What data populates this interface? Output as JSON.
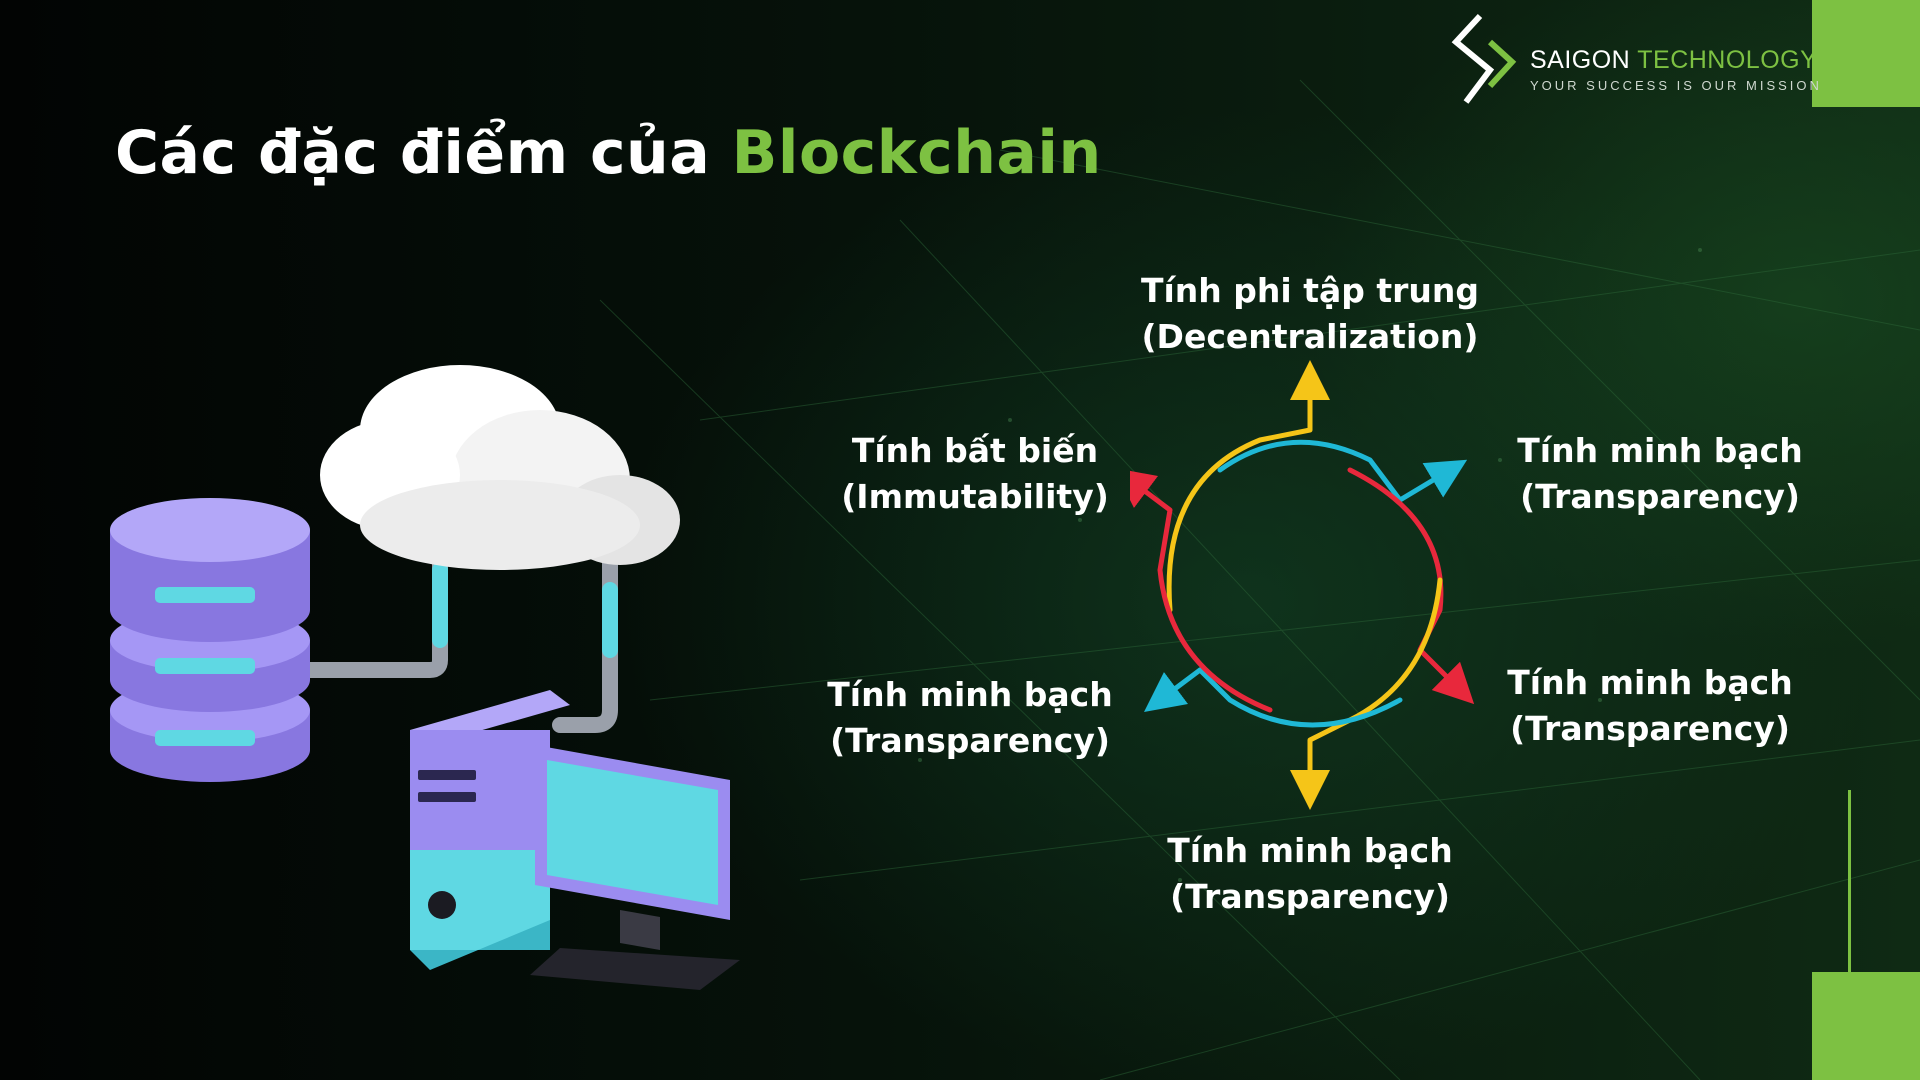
{
  "brand": {
    "name_white": "SAIGON",
    "name_green": "TECHNOLOGY",
    "tagline": "YOUR SUCCESS IS OUR MISSION"
  },
  "title": {
    "prefix": "Các đặc điểm của",
    "highlight": "Blockchain"
  },
  "colors": {
    "accent_green": "#7dc142",
    "arrow_yellow": "#f5c518",
    "arrow_cyan": "#1fb8d6",
    "arrow_red": "#e8283c",
    "illustration_purple": "#9b8cf0",
    "illustration_cyan": "#5fd8e3"
  },
  "diagram": {
    "top": {
      "line1": "Tính phi tập trung",
      "line2": "(Decentralization)"
    },
    "upper_left": {
      "line1": "Tính bất biến",
      "line2": "(Immutability)"
    },
    "upper_right": {
      "line1": "Tính minh bạch",
      "line2": "(Transparency)"
    },
    "lower_left": {
      "line1": "Tính minh bạch",
      "line2": "(Transparency)"
    },
    "lower_right": {
      "line1": "Tính minh bạch",
      "line2": "(Transparency)"
    },
    "bottom": {
      "line1": "Tính minh bạch",
      "line2": "(Transparency)"
    }
  },
  "illustration": {
    "icons": [
      "database-icon",
      "cloud-icon",
      "desktop-computer-icon"
    ]
  }
}
